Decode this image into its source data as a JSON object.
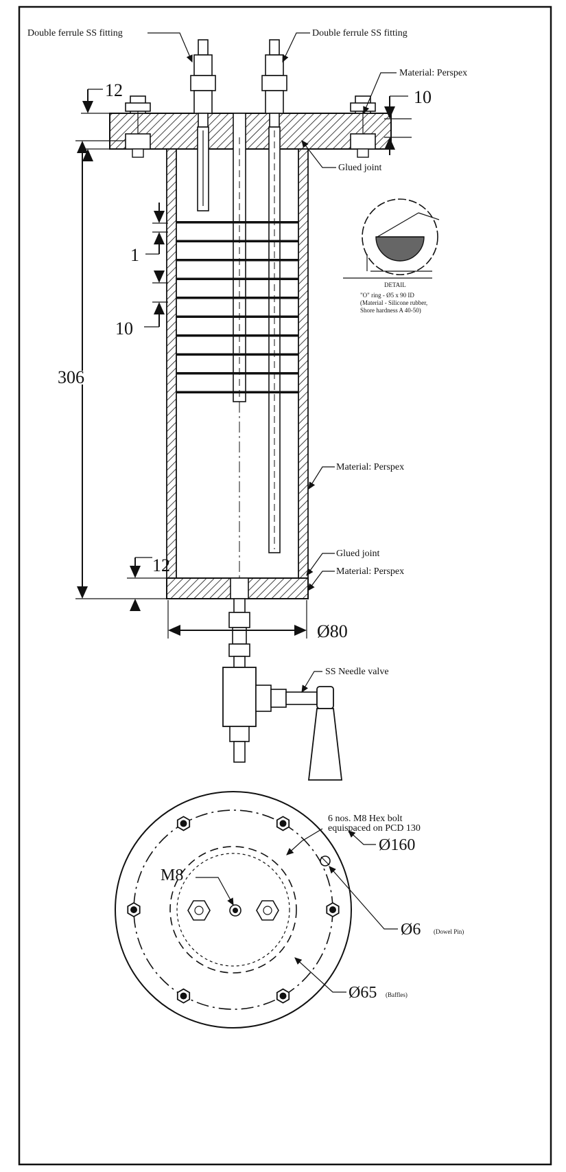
{
  "labels": {
    "fitting_left": "Double ferrule SS fitting",
    "fitting_right": "Double ferrule SS fitting",
    "material_top": "Material: Perspex",
    "glued_top": "Glued joint",
    "material_side": "Material: Perspex",
    "glued_bottom": "Glued joint",
    "material_bottom": "Material: Perspex",
    "needle_valve": "SS Needle valve",
    "bolt_note_1": "6 nos. M8 Hex bolt",
    "bolt_note_2": "equispaced on PCD 130",
    "m8": "M8",
    "dia_dowel": "Ø6",
    "dowel_note": "(Dowel Pin)",
    "dia_baffles": "Ø65",
    "baffles_note": "(Baffles)",
    "oring_note_1": "\"O\" ring - Ø5 x 90 ID",
    "oring_note_2": "(Material - Silicone rubber,",
    "oring_note_3": "Shore hardness A 40-50)",
    "detail_tag": "DETAIL"
  },
  "dimensions": {
    "flange_thickness": "12",
    "top_gap": "10",
    "baffle_thickness": "1",
    "baffle_spacing": "10",
    "height": "306",
    "bottom_plate": "12",
    "outer_dia": "Ø80",
    "flange_dia": "Ø160"
  },
  "colors": {
    "line": "#111111",
    "paper": "#ffffff",
    "detail_fill": "#666666"
  }
}
